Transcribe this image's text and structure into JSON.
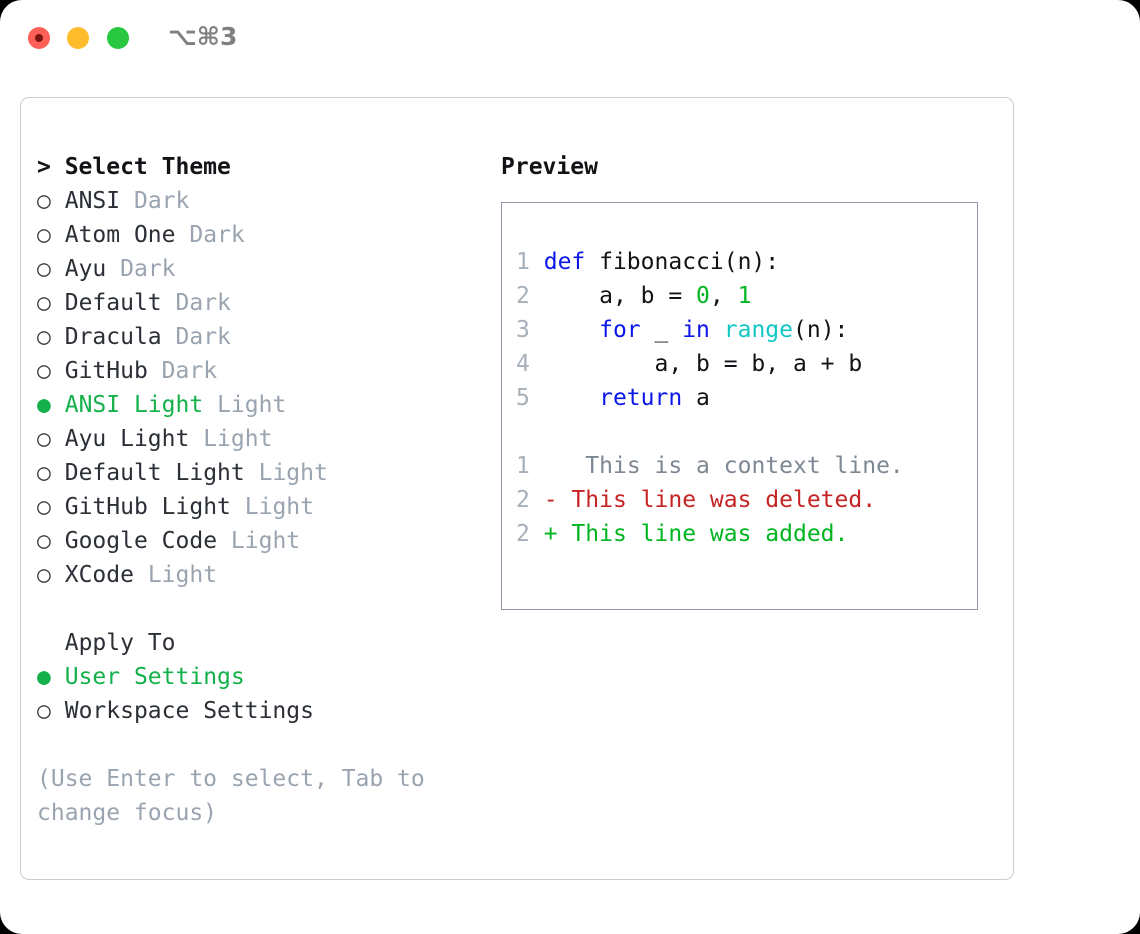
{
  "titlebar": {
    "shortcut": "⌥⌘3",
    "buttons": [
      {
        "name": "close",
        "color": "#ff5f57"
      },
      {
        "name": "minimize",
        "color": "#ffbd2e"
      },
      {
        "name": "zoom",
        "color": "#28c840"
      }
    ]
  },
  "left": {
    "section_title": "> Select Theme",
    "themes": [
      {
        "marker": "○",
        "selected": false,
        "name": "ANSI",
        "category": "Dark"
      },
      {
        "marker": "○",
        "selected": false,
        "name": "Atom One",
        "category": "Dark"
      },
      {
        "marker": "○",
        "selected": false,
        "name": "Ayu",
        "category": "Dark"
      },
      {
        "marker": "○",
        "selected": false,
        "name": "Default",
        "category": "Dark"
      },
      {
        "marker": "○",
        "selected": false,
        "name": "Dracula",
        "category": "Dark"
      },
      {
        "marker": "○",
        "selected": false,
        "name": "GitHub",
        "category": "Dark"
      },
      {
        "marker": "●",
        "selected": true,
        "name": "ANSI Light",
        "category": "Light"
      },
      {
        "marker": "○",
        "selected": false,
        "name": "Ayu Light",
        "category": "Light"
      },
      {
        "marker": "○",
        "selected": false,
        "name": "Default Light",
        "category": "Light"
      },
      {
        "marker": "○",
        "selected": false,
        "name": "GitHub Light",
        "category": "Light"
      },
      {
        "marker": "○",
        "selected": false,
        "name": "Google Code",
        "category": "Light"
      },
      {
        "marker": "○",
        "selected": false,
        "name": "XCode",
        "category": "Light"
      }
    ],
    "apply_to": {
      "title": "Apply To",
      "options": [
        {
          "marker": "●",
          "selected": true,
          "label": "User Settings"
        },
        {
          "marker": "○",
          "selected": false,
          "label": "Workspace Settings"
        }
      ]
    },
    "hint": "(Use Enter to select, Tab to change focus)"
  },
  "right": {
    "preview_title": "Preview",
    "code_lines": [
      {
        "no": "1",
        "tokens": [
          {
            "t": "def",
            "c": "kw"
          },
          {
            "t": " fibonacci(n):",
            "c": "plain"
          }
        ]
      },
      {
        "no": "2",
        "tokens": [
          {
            "t": "    a, b = ",
            "c": "plain"
          },
          {
            "t": "0",
            "c": "num"
          },
          {
            "t": ", ",
            "c": "plain"
          },
          {
            "t": "1",
            "c": "num"
          }
        ]
      },
      {
        "no": "3",
        "tokens": [
          {
            "t": "    ",
            "c": "plain"
          },
          {
            "t": "for",
            "c": "kw"
          },
          {
            "t": " _ ",
            "c": "plain"
          },
          {
            "t": "in",
            "c": "kw"
          },
          {
            "t": " ",
            "c": "plain"
          },
          {
            "t": "range",
            "c": "bi"
          },
          {
            "t": "(n):",
            "c": "plain"
          }
        ]
      },
      {
        "no": "4",
        "tokens": [
          {
            "t": "        a, b = b, a + b",
            "c": "plain"
          }
        ]
      },
      {
        "no": "5",
        "tokens": [
          {
            "t": "    ",
            "c": "plain"
          },
          {
            "t": "return",
            "c": "kw"
          },
          {
            "t": " a",
            "c": "plain"
          }
        ]
      }
    ],
    "diff_lines": [
      {
        "no": "1",
        "sign": " ",
        "text": "  This is a context line.",
        "kind": "ctx"
      },
      {
        "no": "2",
        "sign": "-",
        "text": " This line was deleted.",
        "kind": "del"
      },
      {
        "no": "2",
        "sign": "+",
        "text": " This line was added.",
        "kind": "add"
      }
    ]
  },
  "colors": {
    "accent_green": "#14b14a",
    "muted": "#9aa4b0",
    "keyword": "#0b16e8",
    "number": "#00b520",
    "builtin": "#12c6c6",
    "diff_deleted": "#c62323",
    "diff_added": "#00b520",
    "card_border": "#c8ccd4",
    "preview_border": "#8d99a8"
  }
}
